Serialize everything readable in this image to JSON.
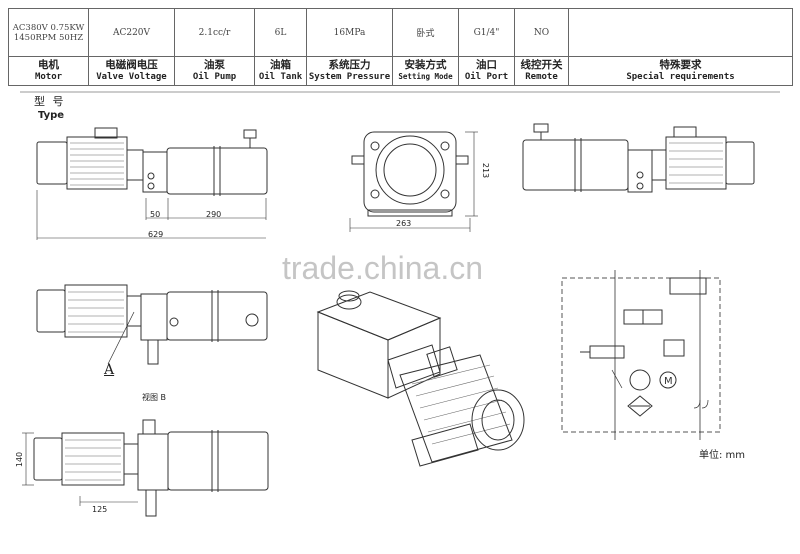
{
  "spec_table": {
    "values": [
      "AC380V 0.75KW\n1450RPM 50HZ",
      "AC220V",
      "2.1cc/r",
      "6L",
      "16MPa",
      "卧式",
      "G1/4\"",
      "NO",
      ""
    ],
    "headers_cn": [
      "电机",
      "电磁阀电压",
      "油泵",
      "油箱",
      "系统压力",
      "安装方式",
      "油口",
      "线控开关",
      "特殊要求"
    ],
    "headers_en": [
      "Motor",
      "Valve Voltage",
      "Oil Pump",
      "Oil Tank",
      "System Pressure",
      "Setting Mode",
      "Oil Port",
      "Remote",
      "Special requirements"
    ]
  },
  "type_label_cn": "型  号",
  "type_label_en": "Type",
  "dimensions": {
    "d50": "50",
    "d290": "290",
    "d629": "629",
    "d263": "263",
    "d213": "213",
    "d140": "140",
    "d125": "125"
  },
  "view_marker": "A",
  "view_b_label": "视图 B",
  "unit_label": "单位: mm",
  "watermark": "trade.china.cn",
  "colors": {
    "line": "#333333",
    "text": "#222222",
    "dashed": "#555555"
  }
}
